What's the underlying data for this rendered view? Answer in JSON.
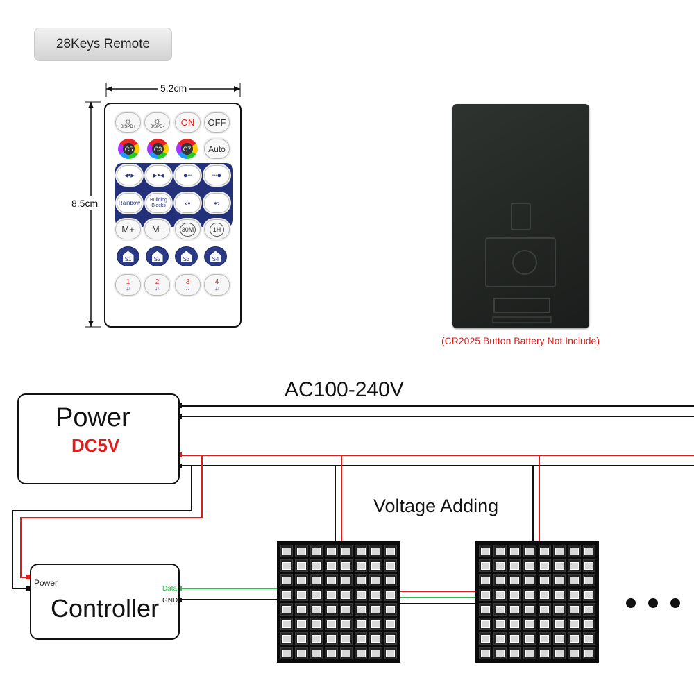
{
  "header": {
    "title": "28Keys Remote"
  },
  "remote": {
    "width_label": "5.2cm",
    "height_label": "8.5cm",
    "keys": {
      "bright_up": "B/SPD+",
      "bright_down": "B/SPD-",
      "on": "ON",
      "off": "OFF",
      "c5": "C5",
      "c3": "C3",
      "c7": "C7",
      "auto": "Auto",
      "rainbow": "Rainbow",
      "building_blocks": "Building Blocks",
      "m_plus": "M+",
      "m_minus": "M-",
      "t30m": "30M",
      "t1h": "1H",
      "s1": "S1",
      "s2": "S2",
      "s3": "S3",
      "s4": "S4",
      "music1": "1",
      "music2": "2",
      "music3": "3",
      "music4": "4"
    }
  },
  "battery": {
    "note": "(CR2025 Button Battery Not Include)"
  },
  "diagram": {
    "ac_label": "AC100-240V",
    "power_title": "Power",
    "power_voltage": "DC5V",
    "voltage_adding": "Voltage Adding",
    "controller_title": "Controller",
    "controller_power_port": "Power",
    "controller_data_port": "Data",
    "controller_gnd_port": "GND"
  },
  "colors": {
    "wire_red": "#e01b1b",
    "wire_black": "#111111",
    "wire_green": "#2bbf4a",
    "remote_navy": "#23317a"
  },
  "icons": [
    "brightness-up-icon",
    "brightness-down-icon",
    "music-note-icon",
    "scene-house-icon",
    "ellipsis-icon"
  ]
}
